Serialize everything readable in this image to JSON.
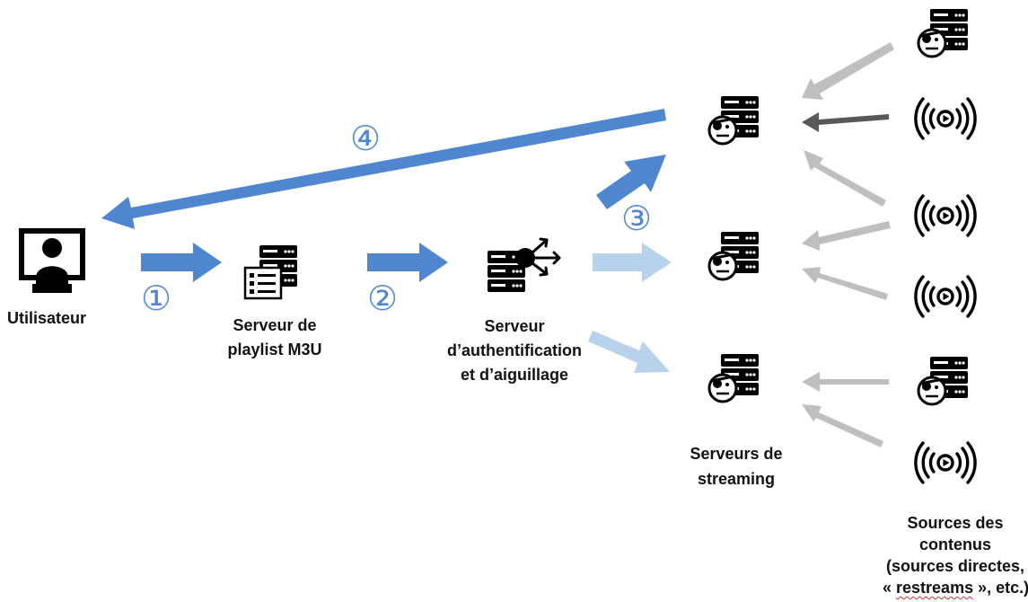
{
  "labels": {
    "user": "Utilisateur",
    "playlist_server": [
      "Serveur de",
      "playlist M3U"
    ],
    "auth_server": [
      "Serveur",
      "d’authentification",
      "et d’aiguillage"
    ],
    "streaming_servers": [
      "Serveurs de",
      "streaming"
    ],
    "sources_line1": "Sources des",
    "sources_line2": "contenus",
    "sources_line3": "(sources directes,",
    "sources_line4_pre": "« ",
    "sources_line4_word": "restreams",
    "sources_line4_post": " », etc.)"
  },
  "steps": [
    "①",
    "②",
    "③",
    "④"
  ],
  "colors": {
    "arrow_primary": "#4f86cf",
    "arrow_light": "#b9d2ec",
    "arrow_gray": "#bfbfbf",
    "arrow_dark": "#595959",
    "icon": "#000000"
  },
  "icons": {
    "user": "user-monitor-icon",
    "playlist_server": "playlist-server-icon",
    "auth_server": "routing-server-icon",
    "streaming_server": "pirate-server-icon",
    "broadcast": "broadcast-icon"
  }
}
